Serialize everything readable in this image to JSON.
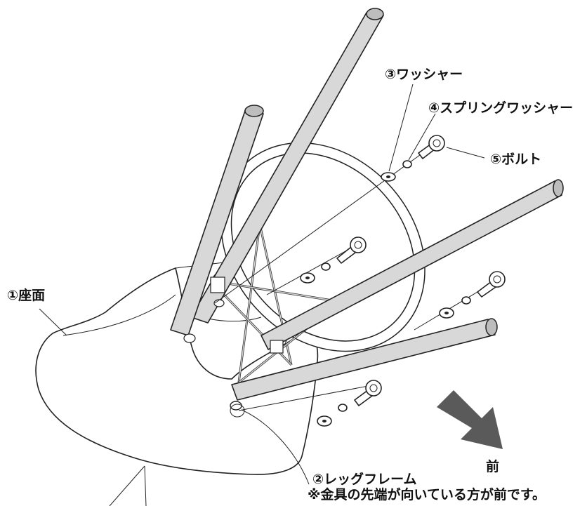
{
  "labels": {
    "seat": "①座面",
    "leg_frame": "②レッグフレーム",
    "note": "※金具の先端が向いている方が前です。",
    "washer": "③ワッシャー",
    "spring_washer": "④スプリングワッシャー",
    "bolt": "⑤ボルト",
    "front": "前"
  },
  "colors": {
    "leg_fill": "#d8d8d8",
    "arrow_fill": "#5a5a5a",
    "line": "#222222"
  }
}
